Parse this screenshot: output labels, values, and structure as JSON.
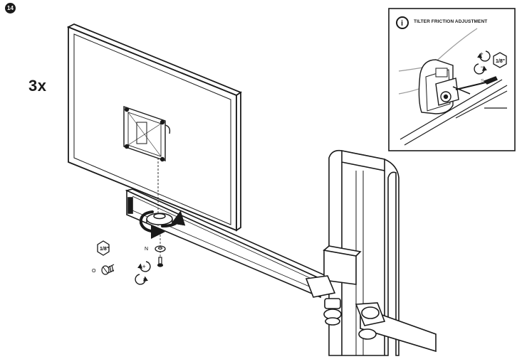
{
  "step": {
    "number": "14"
  },
  "quantity": {
    "label": "3x"
  },
  "inset": {
    "title": "TILTER FRICTION ADJUSTMENT",
    "info_symbol": "i",
    "hex_size": "1/8\"",
    "tighten_symbol": "+",
    "loosen_symbol": "−",
    "hardware_letter": "S"
  },
  "main_hardware": {
    "hex_size": "1/8\"",
    "tighten_symbol": "+",
    "loosen_symbol": "−",
    "screw_letter": "O",
    "washer_letter": "N"
  },
  "colors": {
    "ink": "#1a1a1a",
    "background": "#ffffff",
    "mid_gray": "#9a9a9a"
  }
}
